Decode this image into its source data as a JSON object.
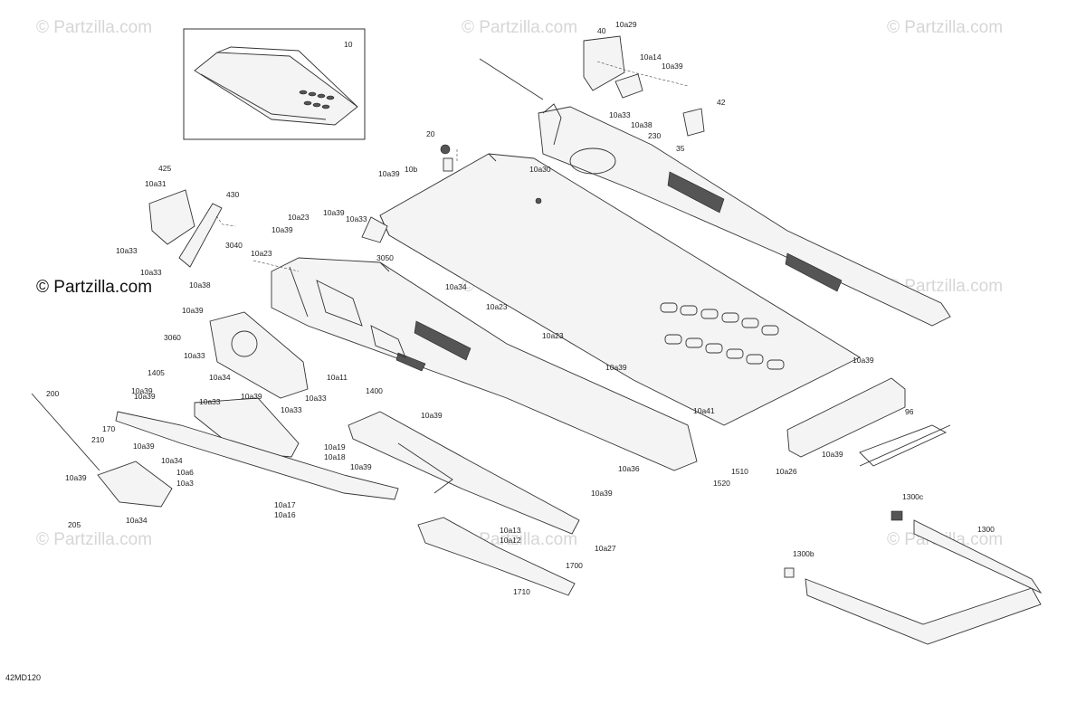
{
  "diagram": {
    "code": "42MD120",
    "watermark": "© Partzilla.com",
    "watermark_main": "© Partzilla.com",
    "labels": [
      "10",
      "40",
      "10a29",
      "10a14",
      "10a39",
      "42",
      "10a33",
      "10a38",
      "230",
      "35",
      "20",
      "10a30",
      "10b",
      "10a39",
      "425",
      "10a31",
      "430",
      "10a23",
      "10a39",
      "10a33",
      "10a39",
      "3040",
      "10a23",
      "10a33",
      "10a33",
      "10a38",
      "3050",
      "10a34",
      "10a23",
      "10a39",
      "3060",
      "10a33",
      "1405",
      "10a34",
      "10a11",
      "10a23",
      "1400",
      "10a39",
      "10a39",
      "200",
      "10a39",
      "10a33",
      "10a39",
      "10a33",
      "10a33",
      "170",
      "210",
      "10a39",
      "10a34",
      "10a39",
      "10a6",
      "10a3",
      "205",
      "10a34",
      "10a19",
      "10a18",
      "10a39",
      "10a17",
      "10a16",
      "10a39",
      "10a41",
      "10a36",
      "1510",
      "1520",
      "10a39",
      "10a26",
      "96",
      "10a39",
      "10a39",
      "10a13",
      "10a12",
      "10a27",
      "1700",
      "1710",
      "1300c",
      "1300",
      "1300b"
    ]
  }
}
